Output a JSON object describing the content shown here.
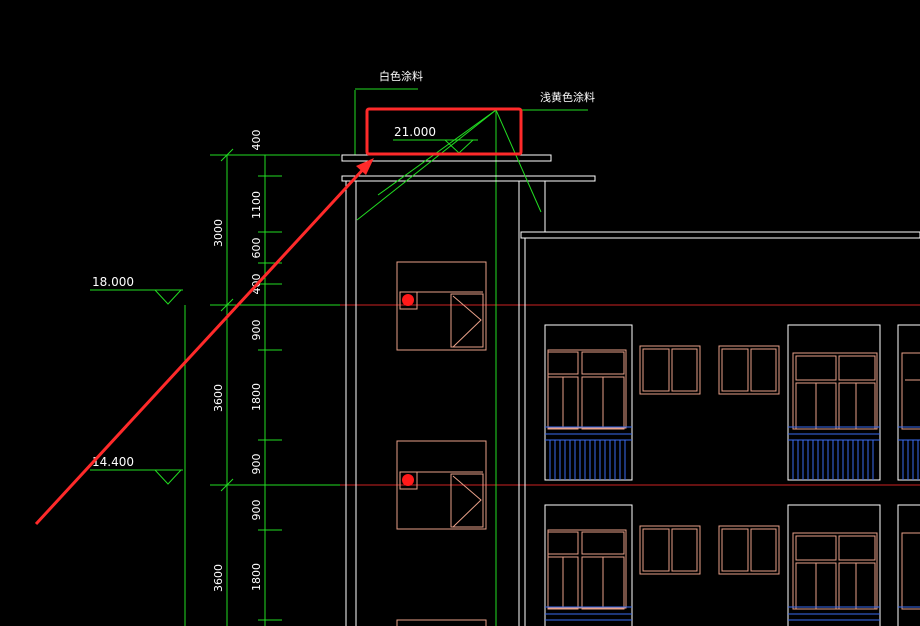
{
  "drawing": {
    "annotations": {
      "white_coating": "白色涂料",
      "light_yellow_coating": "浅黄色涂料"
    },
    "elevations": {
      "top": "21.000",
      "mid": "18.000",
      "low": "14.400"
    },
    "dimensions": {
      "outer": [
        "3000",
        "3600",
        "3600"
      ],
      "inner": [
        "400",
        "1100",
        "600",
        "400",
        "900",
        "1800",
        "900",
        "900",
        "1800"
      ]
    }
  },
  "colors": {
    "dimension_line": "#22dd22",
    "building_outline": "#ffffff",
    "window_frame": "#e8a088",
    "floor_line": "#cc2222",
    "balcony_rail": "#3a6cf0",
    "highlight": "#ff2a2a"
  }
}
